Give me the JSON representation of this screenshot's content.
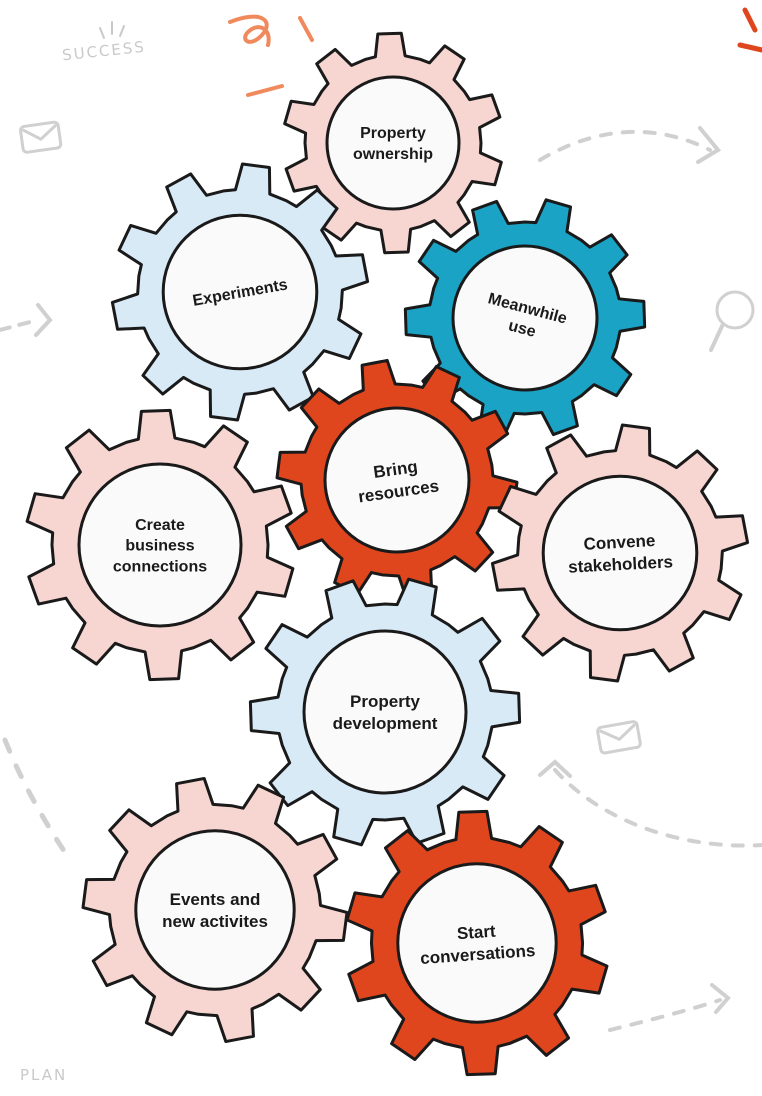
{
  "decorations": {
    "success_word": "SUCCESS",
    "plan_word": "PLAN"
  },
  "colors": {
    "pink_fill": "#f7d5d1",
    "blue_fill": "#d9eaf7",
    "teal_fill": "#1aa3c4",
    "orange_fill": "#e0461e",
    "hub_fill": "#fbfafa",
    "outline": "#1a1a1a",
    "doodle_gray": "#d0d0d0",
    "doodle_orange": "#f08a5c"
  },
  "gears": [
    {
      "id": "property-ownership",
      "lines": [
        "Property",
        "ownership"
      ],
      "color": "pink",
      "icon": "gear-icon",
      "angle": 0
    },
    {
      "id": "experiments",
      "lines": [
        "Experiments"
      ],
      "color": "blue",
      "icon": "gear-icon",
      "angle": -10
    },
    {
      "id": "meanwhile-use",
      "lines": [
        "Meanwhile",
        "use"
      ],
      "color": "teal",
      "icon": "gear-icon",
      "angle": 15
    },
    {
      "id": "bring-resources",
      "lines": [
        "Bring",
        "resources"
      ],
      "color": "orange",
      "icon": "gear-icon",
      "angle": -8
    },
    {
      "id": "create-business-connections",
      "lines": [
        "Create",
        "business",
        "connections"
      ],
      "color": "pink",
      "icon": "gear-icon",
      "angle": 0
    },
    {
      "id": "convene-stakeholders",
      "lines": [
        "Convene",
        "stakeholders"
      ],
      "color": "pink",
      "icon": "gear-icon",
      "angle": -3
    },
    {
      "id": "property-development",
      "lines": [
        "Property",
        "development"
      ],
      "color": "blue",
      "icon": "gear-icon",
      "angle": 0
    },
    {
      "id": "events-and-new-activites",
      "lines": [
        "Events and",
        "new activites"
      ],
      "color": "pink",
      "icon": "gear-icon",
      "angle": 0
    },
    {
      "id": "start-conversations",
      "lines": [
        "Start",
        "conversations"
      ],
      "color": "orange",
      "icon": "gear-icon",
      "angle": -4
    }
  ]
}
